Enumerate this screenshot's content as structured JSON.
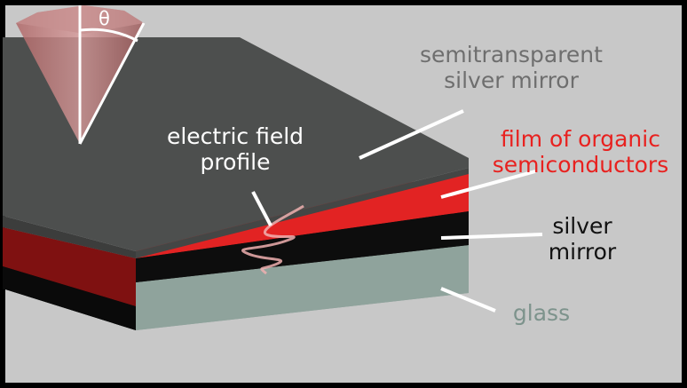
{
  "colors": {
    "background": "#c8c8c8",
    "border": "#000000",
    "top_mirror": "#4c4e4d",
    "film": "#e02424",
    "silver_mirror": "#0a0a0a",
    "glass": "#8b9e98",
    "label_gray": "#6e6e6e",
    "label_red": "#e8211f",
    "label_black": "#111111",
    "label_glass": "#7d938c",
    "label_white": "#ffffff"
  },
  "labels": {
    "angle": "θ",
    "electric_field": [
      "electric field",
      "profile"
    ],
    "semitransparent_mirror": [
      "semitransparent",
      "silver mirror"
    ],
    "organic_film": [
      "film of organic",
      "semiconductors"
    ],
    "silver_mirror": [
      "silver",
      "mirror"
    ],
    "glass": "glass"
  }
}
